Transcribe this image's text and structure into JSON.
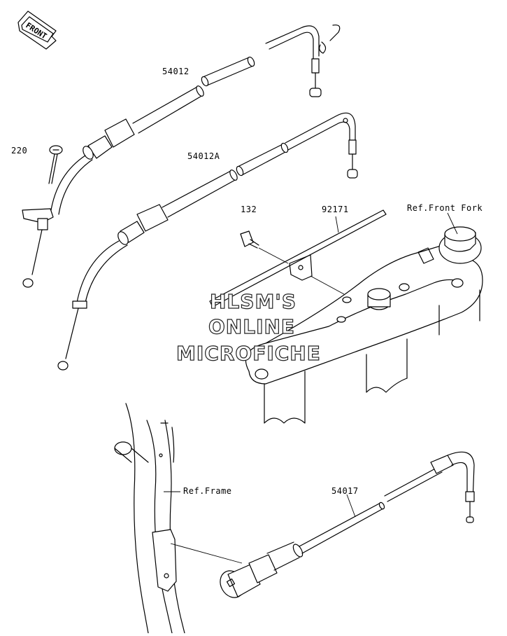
{
  "direction_tag": "FRONT",
  "labels": {
    "p54012": "54012",
    "p54012a": "54012A",
    "p220": "220",
    "p132": "132",
    "p92171": "92171",
    "ref_front_fork": "Ref.Front Fork",
    "ref_frame": "Ref.Frame",
    "p54017": "54017"
  },
  "watermark": {
    "line1": "HLSM'S",
    "line2": "ONLINE",
    "line3": "MICROFICHE"
  }
}
